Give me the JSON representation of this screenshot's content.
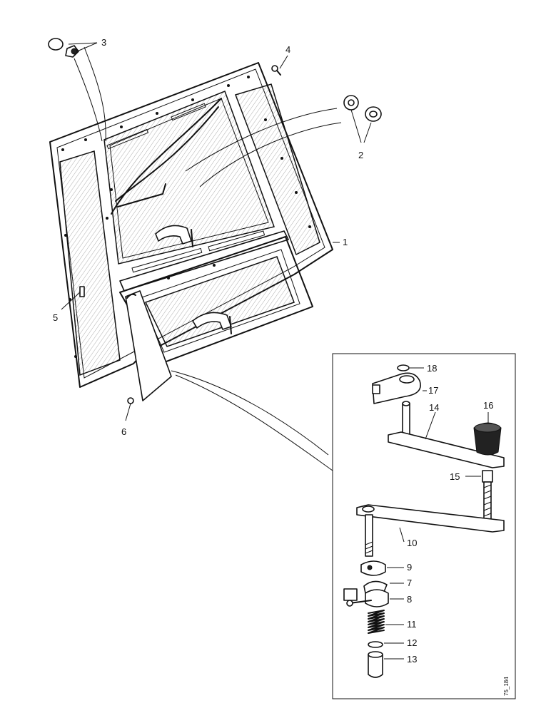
{
  "callouts": {
    "c1": "1",
    "c2": "2",
    "c3": "3",
    "c4": "4",
    "c5": "5",
    "c6": "6",
    "c7": "7",
    "c8": "8",
    "c9": "9",
    "c10": "10",
    "c11": "11",
    "c12": "12",
    "c13": "13",
    "c14": "14",
    "c15": "15",
    "c16": "16",
    "c17": "17",
    "c18": "18"
  },
  "drawing_code": "75_184"
}
